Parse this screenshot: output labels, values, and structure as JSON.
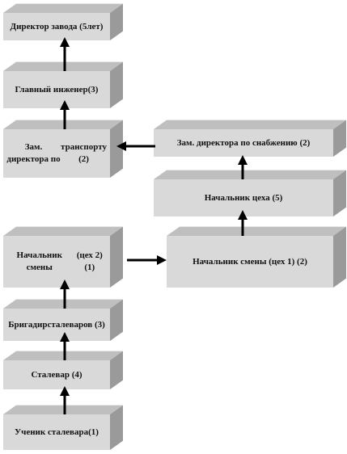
{
  "boxes": [
    {
      "id": "director",
      "label": "Директор завода (5 лет)"
    },
    {
      "id": "chief_engineer",
      "label": "Главный инженер (3)"
    },
    {
      "id": "deputy_transport",
      "label": "Зам. директора по транспорту (2)"
    },
    {
      "id": "deputy_supply",
      "label": "Зам. директора по снабжению (2)"
    },
    {
      "id": "shop_head",
      "label": "Начальник цеха (5)"
    },
    {
      "id": "shift_head_2",
      "label": "Начальник смены (цех 2) (1)"
    },
    {
      "id": "shift_head_1",
      "label": "Начальник смены (цех 1) (2)"
    },
    {
      "id": "foreman",
      "label": "Бригадир сталеваров (3)"
    },
    {
      "id": "steelmaker",
      "label": "Сталевар (4)"
    },
    {
      "id": "apprentice",
      "label": "Ученик сталевара (1)"
    }
  ],
  "colors": {
    "box_front": "#d9d9d9",
    "box_top": "#bfbfbf",
    "box_side": "#9a9a9a",
    "arrow": "#000000"
  }
}
